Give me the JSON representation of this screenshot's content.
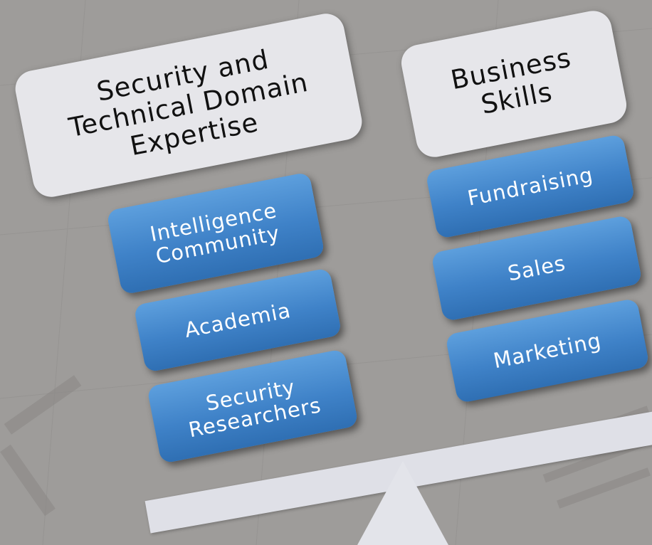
{
  "left_group": {
    "header_lines": [
      "Security and",
      "Technical Domain",
      "Expertise"
    ],
    "blocks": [
      {
        "lines": [
          "Intelligence",
          "Community"
        ]
      },
      {
        "lines": [
          "Academia"
        ]
      },
      {
        "lines": [
          "Security",
          "Researchers"
        ]
      }
    ]
  },
  "right_group": {
    "header_lines": [
      "Business",
      "Skills"
    ],
    "blocks": [
      {
        "lines": [
          "Fundraising"
        ]
      },
      {
        "lines": [
          "Sales"
        ]
      },
      {
        "lines": [
          "Marketing"
        ]
      }
    ]
  },
  "colors": {
    "background": "#9e9c9a",
    "header_card": "#e6e6ea",
    "block_blue": "#3f82c8",
    "beam": "#dfe0e7",
    "fulcrum": "#e3e4ea"
  }
}
